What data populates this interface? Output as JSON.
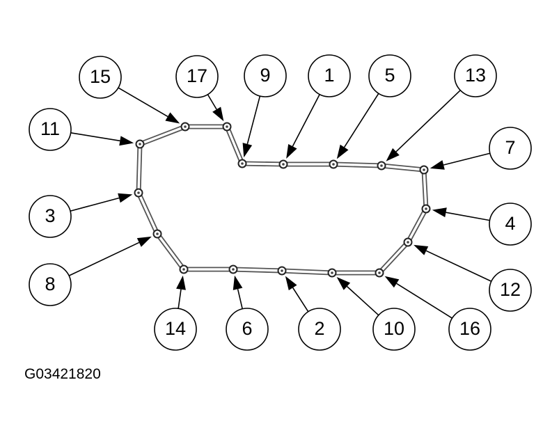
{
  "figure_code": "G03421820",
  "bolts": [
    {
      "id": "1",
      "label": "1"
    },
    {
      "id": "2",
      "label": "2"
    },
    {
      "id": "3",
      "label": "3"
    },
    {
      "id": "4",
      "label": "4"
    },
    {
      "id": "5",
      "label": "5"
    },
    {
      "id": "6",
      "label": "6"
    },
    {
      "id": "7",
      "label": "7"
    },
    {
      "id": "8",
      "label": "8"
    },
    {
      "id": "9",
      "label": "9"
    },
    {
      "id": "10",
      "label": "10"
    },
    {
      "id": "11",
      "label": "11"
    },
    {
      "id": "12",
      "label": "12"
    },
    {
      "id": "13",
      "label": "13"
    },
    {
      "id": "14",
      "label": "14"
    },
    {
      "id": "15",
      "label": "15"
    },
    {
      "id": "16",
      "label": "16"
    },
    {
      "id": "17",
      "label": "17"
    }
  ]
}
